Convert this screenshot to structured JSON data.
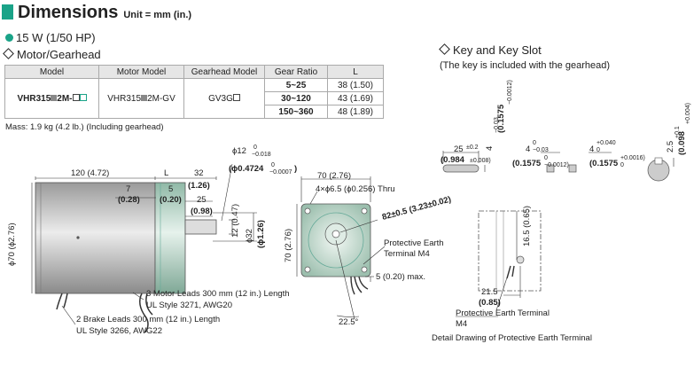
{
  "header": {
    "title": "Dimensions",
    "unit": "Unit = mm (in.)"
  },
  "power": "15 W (1/50 HP)",
  "section_motor": "Motor/Gearhead",
  "section_key": "Key and Key Slot",
  "key_note": "(The key is included with the gearhead)",
  "table": {
    "headers": [
      "Model",
      "Motor Model",
      "Gearhead Model",
      "Gear Ratio",
      "L"
    ],
    "model_a": "VHR315",
    "model_b": "2M-",
    "motor_a": "VHR315",
    "motor_b": "2M-GV",
    "gearhead": "GV3G",
    "rows": [
      {
        "ratio": "5~25",
        "l": "38 (1.50)"
      },
      {
        "ratio": "30~120",
        "l": "43 (1.69)"
      },
      {
        "ratio": "150~360",
        "l": "48 (1.89)"
      }
    ]
  },
  "mass": "Mass: 1.9 kg (4.2 lb.) (Including gearhead)",
  "side": {
    "d120": "120 (4.72)",
    "dL": "L",
    "d32": "32",
    "d126": "(1.26)",
    "d7": "7",
    "d028": "(0.28)",
    "d5": "5",
    "d020": "(0.20)",
    "d25": "25",
    "d098": "(0.98)",
    "d12": "12 (0.47)",
    "dshaft": "ϕ12",
    "dshaft_tol": "−0.018",
    "dshaft_in": "(ϕ0.4724",
    "dshaft_in_tol": "−0.0007",
    "dshaft_close": ")",
    "d70": "ϕ70 (ϕ2.76)",
    "d32b": "ϕ32",
    "d126b": "(ϕ1.26)",
    "tol0": "0",
    "leads_motor_1": "3 Motor Leads 300 mm (12 in.) Length",
    "leads_motor_2": "UL Style 3271, AWG20",
    "leads_brake_1": "2 Brake Leads 300 mm (12 in.) Length",
    "leads_brake_2": "UL Style 3266, AWG22"
  },
  "front": {
    "d70top": "70 (2.76)",
    "holes": "4×ϕ6.5 (ϕ0.256) Thru",
    "d70side": "70 (2.76)",
    "d82": "82±0.5 (3.23±0.02)",
    "pe": "Protective Earth",
    "pe2": "Terminal M4",
    "d5max": "5 (0.20) max.",
    "angle": "22.5°"
  },
  "key": {
    "k25": "25",
    "k25tol": "±0.2",
    "k0984": "(0.984",
    "k0984tol": "±0.008)",
    "k4v": "4",
    "k4vtol": "−0.03",
    "k01575v": "(0.1575",
    "k01575vtol": "−0.0012)",
    "k4h": "4",
    "k4htol": "−0.03",
    "k01575h": "(0.1575",
    "k01575htol": "−0.0012)",
    "k4s": "4",
    "k4stol": "+0.040",
    "k01575s": "(0.1575",
    "k01575stol": "+0.0016)",
    "k25b": "2.5",
    "k25btol": "+0.1",
    "k0098": "(0.098",
    "k0098tol": "+0.004)",
    "zero": "0"
  },
  "detail": {
    "d165": "16.5 (0.65)",
    "d215": "21.5",
    "d085": "(0.85)",
    "pe": "Protective Earth Terminal",
    "m4": "M4",
    "caption": "Detail Drawing of Protective Earth Terminal"
  }
}
